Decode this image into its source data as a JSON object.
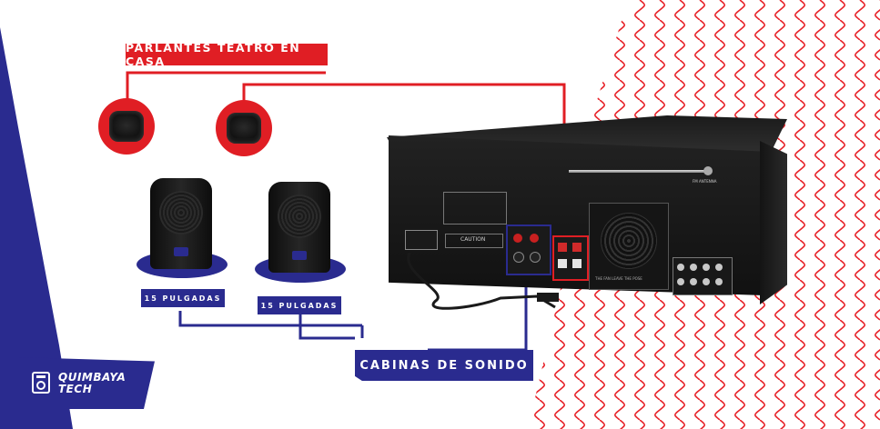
{
  "labels": {
    "home_theater": "PARLANTES TEATRO EN CASA",
    "speaker_size_left": "15 PULGADAS",
    "speaker_size_right": "15 PULGADAS",
    "cabinets": "CABINAS DE SONIDO"
  },
  "brand": {
    "line1": "QUIMBAYA",
    "line2": "TECH"
  },
  "amplifier": {
    "antenna_label": "FM ANTENNA",
    "caution_label": "CAUTION",
    "fan_label": "THE FAN LEAVE THE POSE"
  },
  "colors": {
    "red": "#e01e24",
    "blue": "#2a2b8f",
    "wave": "#e8232a"
  }
}
